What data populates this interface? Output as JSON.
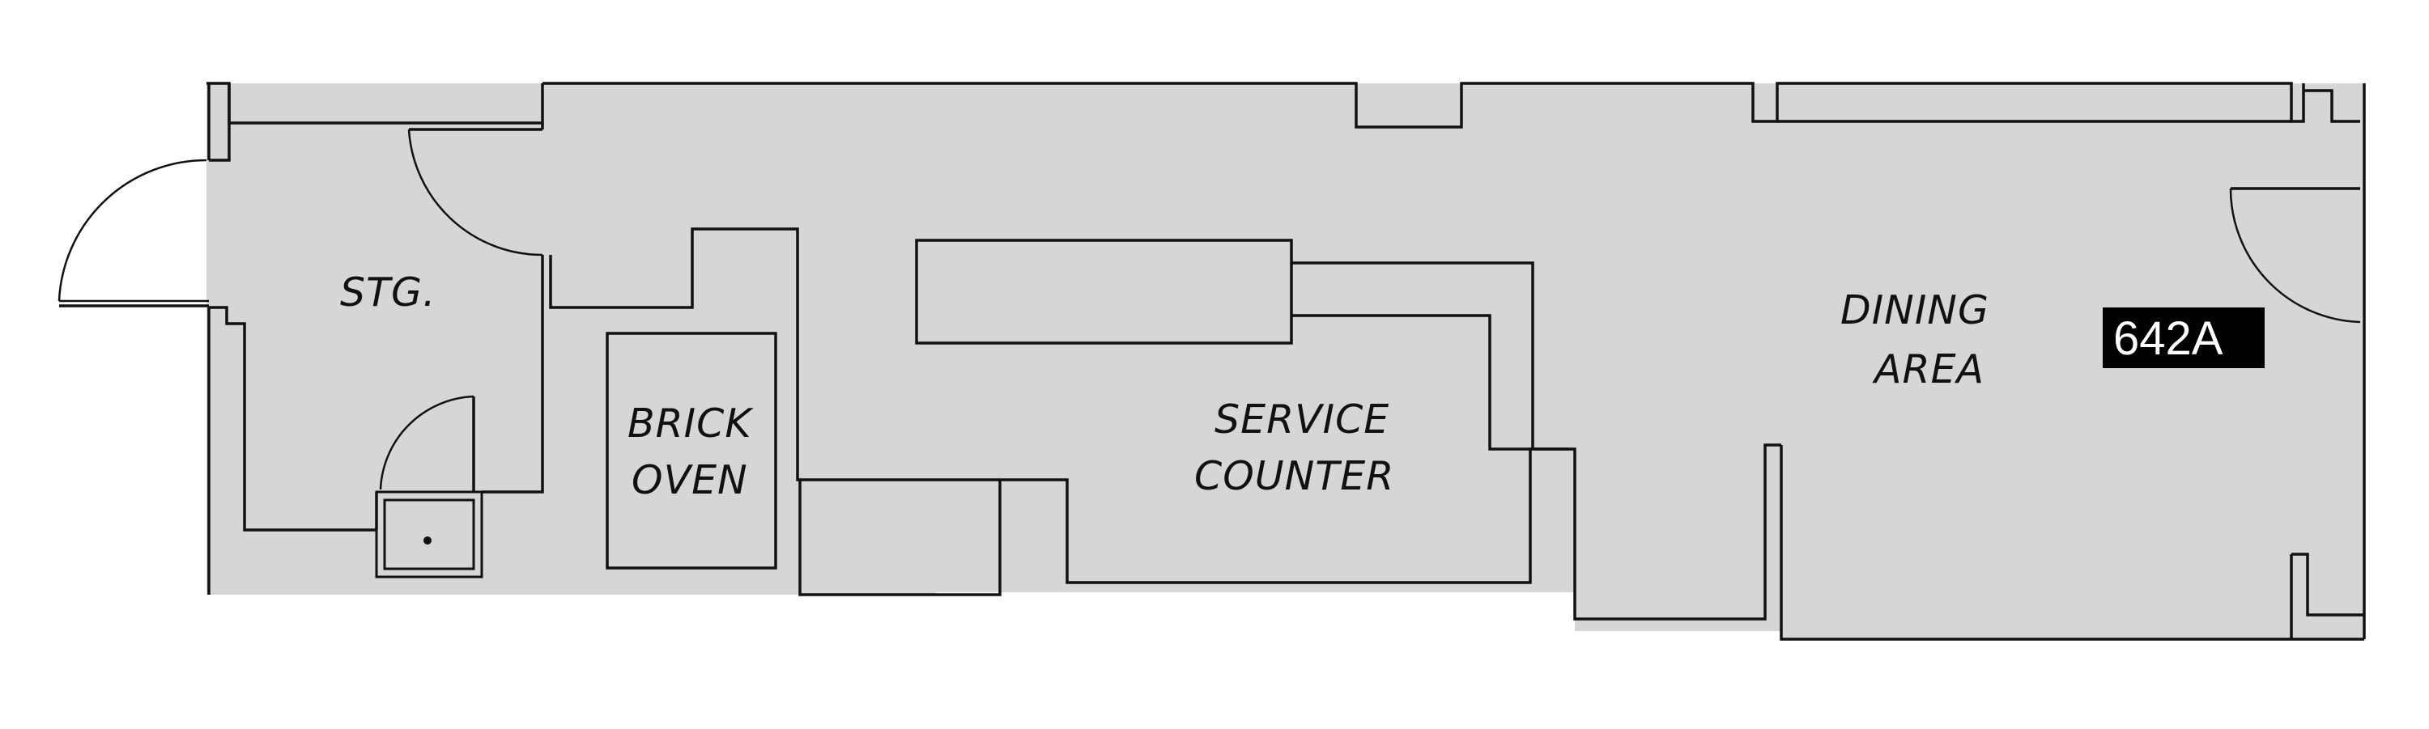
{
  "unit_number": "642A",
  "rooms": {
    "storage": {
      "label": "STG."
    },
    "brick_oven": {
      "line1": "BRICK",
      "line2": "OVEN"
    },
    "service_counter": {
      "line1": "SERVICE",
      "line2": "COUNTER"
    },
    "dining_area": {
      "line1": "DINING",
      "line2": "AREA"
    }
  },
  "colors": {
    "floor_fill": "#d6d6d6",
    "wall_line": "#111111",
    "badge_bg": "#000000",
    "badge_text": "#ffffff",
    "background": "#ffffff"
  }
}
